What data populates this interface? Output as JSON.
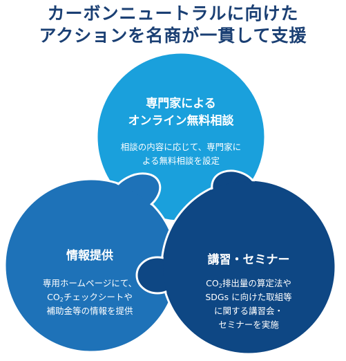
{
  "title": {
    "line1": "カーボンニュートラルに向けた",
    "line2": "アクションを名商が一貫して支援"
  },
  "colors": {
    "title": "#1a3f73",
    "top_piece": "#1aa0dc",
    "left_piece": "#1e72b8",
    "right_piece": "#0e4784",
    "outline": "#ffffff"
  },
  "pieces": {
    "consultation": {
      "heading_line1": "専門家による",
      "heading_line2": "オンライン無料相談",
      "body_line1": "相談の内容に応じて、専門家に",
      "body_line2": "よる無料相談を設定"
    },
    "information": {
      "heading": "情報提供",
      "body_line1": "専用ホームページにて、",
      "body_line2_pre": "CO",
      "body_line2_sub": "2",
      "body_line2_post": "チェックシートや",
      "body_line3": "補助金等の情報を提供"
    },
    "seminar": {
      "heading": "講習・セミナー",
      "body_line1_pre": "CO",
      "body_line1_sub": "2",
      "body_line1_post": "排出量の算定法や",
      "body_line2": "SDGs に向けた取組等",
      "body_line3": "に関する講習会・",
      "body_line4": "セミナーを実施"
    }
  }
}
